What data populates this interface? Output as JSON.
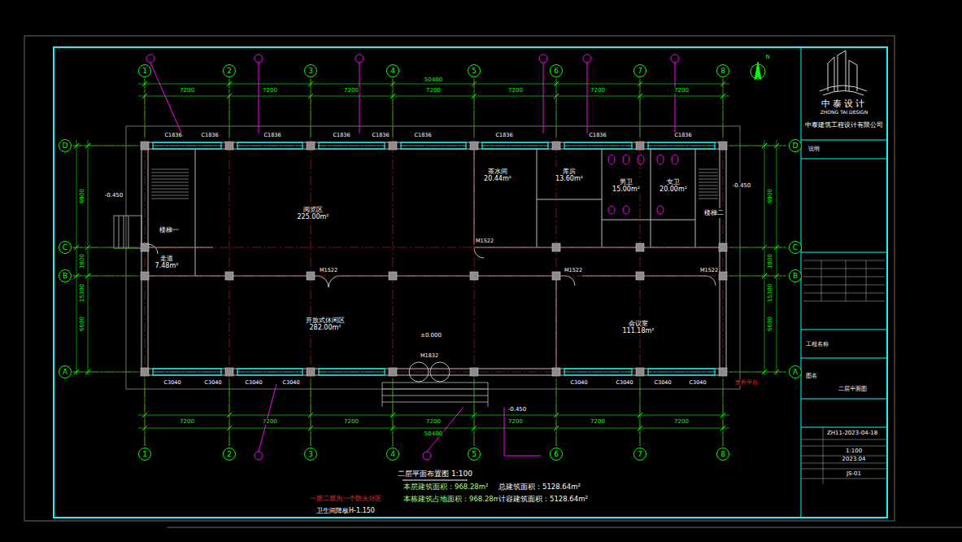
{
  "diagram": {
    "title": "二层平面布置图 1:100",
    "nodes": [
      {
        "text": [
          "1"
        ]
      },
      {
        "text": [
          "2"
        ]
      },
      {
        "text": [
          "3"
        ]
      },
      {
        "text": [
          "4"
        ]
      },
      {
        "text": [
          "5"
        ]
      },
      {
        "text": [
          "6"
        ]
      },
      {
        "text": [
          "7"
        ]
      },
      {
        "text": [
          "8"
        ]
      },
      {
        "text": [
          "1"
        ]
      },
      {
        "text": [
          "2"
        ]
      },
      {
        "text": [
          "3"
        ]
      },
      {
        "text": [
          "4"
        ]
      },
      {
        "text": [
          "5"
        ]
      },
      {
        "text": [
          "6"
        ]
      },
      {
        "text": [
          "7"
        ]
      },
      {
        "text": [
          "8"
        ]
      },
      {
        "text": [
          "D"
        ]
      },
      {
        "text": [
          "C"
        ]
      },
      {
        "text": [
          "B"
        ]
      },
      {
        "text": [
          "A"
        ]
      },
      {
        "text": [
          "D"
        ]
      },
      {
        "text": [
          "C"
        ]
      },
      {
        "text": [
          "B"
        ]
      },
      {
        "text": [
          "A"
        ]
      },
      {
        "text": [
          "阅览区",
          "225.00m²"
        ]
      },
      {
        "text": [
          "开放式休闲区",
          "282.00m²"
        ]
      },
      {
        "text": [
          "会议室",
          "111.18m²"
        ]
      },
      {
        "text": [
          "茶水间",
          "20.44m²"
        ]
      },
      {
        "text": [
          "库房",
          "13.60m²"
        ]
      },
      {
        "text": [
          "男卫",
          "15.00m²"
        ]
      },
      {
        "text": [
          "女卫",
          "20.00m²"
        ]
      },
      {
        "text": [
          "楼梯一"
        ]
      },
      {
        "text": [
          "楼梯二"
        ]
      },
      {
        "text": [
          "走道",
          "7.48m²"
        ]
      },
      {
        "text": [
          "中泰设计",
          "ZHONG TAI DESIGN",
          "中泰建筑工程设计有限公司"
        ]
      }
    ],
    "labels": [
      "7200",
      "7200",
      "7200",
      "7200",
      "7200",
      "7200",
      "7200",
      "50400",
      "7200",
      "7200",
      "7200",
      "7200",
      "7200",
      "7200",
      "7200",
      "50400",
      "6900",
      "1800",
      "6600",
      "15300",
      "6900",
      "1800",
      "6600",
      "15300",
      "C1836",
      "C1836",
      "C1836",
      "C1836",
      "C1836",
      "C1836",
      "C1836",
      "C1836",
      "C1836",
      "C3040",
      "C3040",
      "C3040",
      "C3040",
      "C3040",
      "C3040",
      "C3040",
      "C3040",
      "M1522",
      "M1522",
      "M1522",
      "M1522",
      "M1832",
      "±0.000",
      "-0.450",
      "-0.450",
      "-0.450",
      "本层建筑面积：968.28m²",
      "本栋建筑占地面积：968.28m²",
      "总建筑面积：5128.64m²",
      "计容建筑面积：5128.64m²",
      "一层二层为一个防火分区",
      "卫生间降板H-1.150",
      "说明",
      "工程名称",
      "图名",
      "二层平面图",
      "ZH11-2023-04-18",
      "1:100",
      "2023.04",
      "JS-01",
      "N",
      "室外平台"
    ]
  }
}
